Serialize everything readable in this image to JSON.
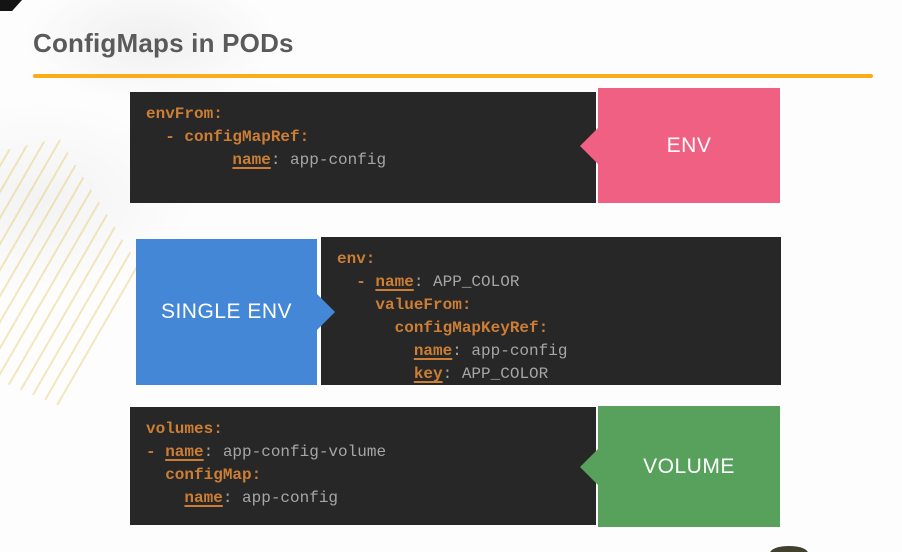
{
  "title": "ConfigMaps in PODs",
  "theme": {
    "title_color": "#5A5A5A",
    "underline": "#FBAC19",
    "code_bg": "#272727",
    "key_color": "#CD7E35",
    "value_color": "#A6A6A6"
  },
  "blocks": [
    {
      "label": "ENV",
      "color": "#EF6083",
      "side": "right",
      "code": [
        [
          {
            "c": "key",
            "t": "envFrom:"
          }
        ],
        [
          {
            "c": "val",
            "t": "  "
          },
          {
            "c": "key",
            "t": "- configMapRef:"
          }
        ],
        [
          {
            "c": "val",
            "t": "         "
          },
          {
            "c": "key",
            "u": true,
            "t": "name"
          },
          {
            "c": "val",
            "t": ": app-config"
          }
        ]
      ]
    },
    {
      "label": "SINGLE ENV",
      "color": "#4387D6",
      "side": "left",
      "code": [
        [
          {
            "c": "key",
            "t": "env:"
          }
        ],
        [
          {
            "c": "val",
            "t": "  "
          },
          {
            "c": "key",
            "t": "- "
          },
          {
            "c": "key",
            "u": true,
            "t": "name"
          },
          {
            "c": "val",
            "t": ": APP_COLOR"
          }
        ],
        [
          {
            "c": "val",
            "t": "    "
          },
          {
            "c": "key",
            "t": "valueFrom:"
          }
        ],
        [
          {
            "c": "val",
            "t": "      "
          },
          {
            "c": "key",
            "t": "configMapKeyRef:"
          }
        ],
        [
          {
            "c": "val",
            "t": "        "
          },
          {
            "c": "key",
            "u": true,
            "t": "name"
          },
          {
            "c": "val",
            "t": ": app-config"
          }
        ],
        [
          {
            "c": "val",
            "t": "        "
          },
          {
            "c": "key",
            "u": true,
            "t": "key"
          },
          {
            "c": "val",
            "t": ": APP_COLOR"
          }
        ]
      ]
    },
    {
      "label": "VOLUME",
      "color": "#57A15D",
      "side": "right",
      "code": [
        [
          {
            "c": "key",
            "t": "volumes:"
          }
        ],
        [
          {
            "c": "key",
            "t": "- "
          },
          {
            "c": "key",
            "u": true,
            "t": "name"
          },
          {
            "c": "val",
            "t": ": app-config-volume"
          }
        ],
        [
          {
            "c": "val",
            "t": "  "
          },
          {
            "c": "key",
            "t": "configMap:"
          }
        ],
        [
          {
            "c": "val",
            "t": "    "
          },
          {
            "c": "key",
            "u": true,
            "t": "name"
          },
          {
            "c": "val",
            "t": ": app-config"
          }
        ]
      ]
    }
  ]
}
